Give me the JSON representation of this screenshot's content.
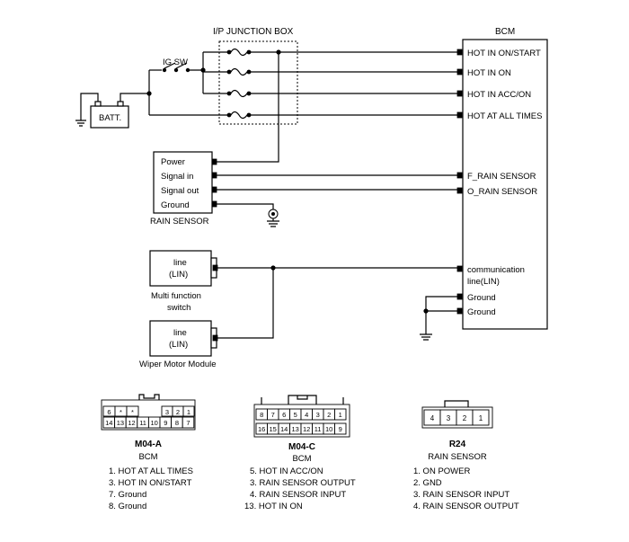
{
  "title_junction": "I/P JUNCTION BOX",
  "title_bcm": "BCM",
  "ig_sw": "IG SW",
  "batt": "BATT.",
  "bcm_pins": [
    "HOT IN ON/START",
    "HOT IN ON",
    "HOT IN ACC/ON",
    "HOT AT ALL TIMES",
    "F_RAIN SENSOR",
    "O_RAIN SENSOR",
    "communication",
    "line(LIN)",
    "Ground",
    "Ground"
  ],
  "rain_sensor": {
    "pins": [
      "Power",
      "Signal in",
      "Signal out",
      "Ground"
    ],
    "label": "RAIN SENSOR"
  },
  "mfs": {
    "line1": "line",
    "line2": "(LIN)",
    "label1": "Multi function",
    "label2": "switch"
  },
  "wiper": {
    "line1": "line",
    "line2": "(LIN)",
    "label": "Wiper Motor Module"
  },
  "connectors": {
    "m04a": {
      "top": [
        "6",
        "*",
        "*",
        "3",
        "2",
        "1"
      ],
      "bottom": [
        "14",
        "13",
        "12",
        "11",
        "10",
        "9",
        "8",
        "7"
      ],
      "code": "M04-A",
      "name": "BCM",
      "pins": [
        "1. HOT AT ALL TIMES",
        "3. HOT IN ON/START",
        "7. Ground",
        "8. Ground"
      ]
    },
    "m04c": {
      "top": [
        "8",
        "7",
        "6",
        "5",
        "4",
        "3",
        "2",
        "1"
      ],
      "bottom": [
        "16",
        "15",
        "14",
        "13",
        "12",
        "11",
        "10",
        "9"
      ],
      "code": "M04-C",
      "name": "BCM",
      "pins": [
        "5. HOT IN ACC/ON",
        "3. RAIN SENSOR OUTPUT",
        "4. RAIN SENSOR INPUT",
        "13. HOT IN ON"
      ]
    },
    "r24": {
      "top": [
        "4",
        "3",
        "2",
        "1"
      ],
      "code": "R24",
      "name": "RAIN SENSOR",
      "pins": [
        "1. ON POWER",
        "2. GND",
        "3. RAIN SENSOR INPUT",
        "4. RAIN SENSOR OUTPUT"
      ]
    }
  }
}
